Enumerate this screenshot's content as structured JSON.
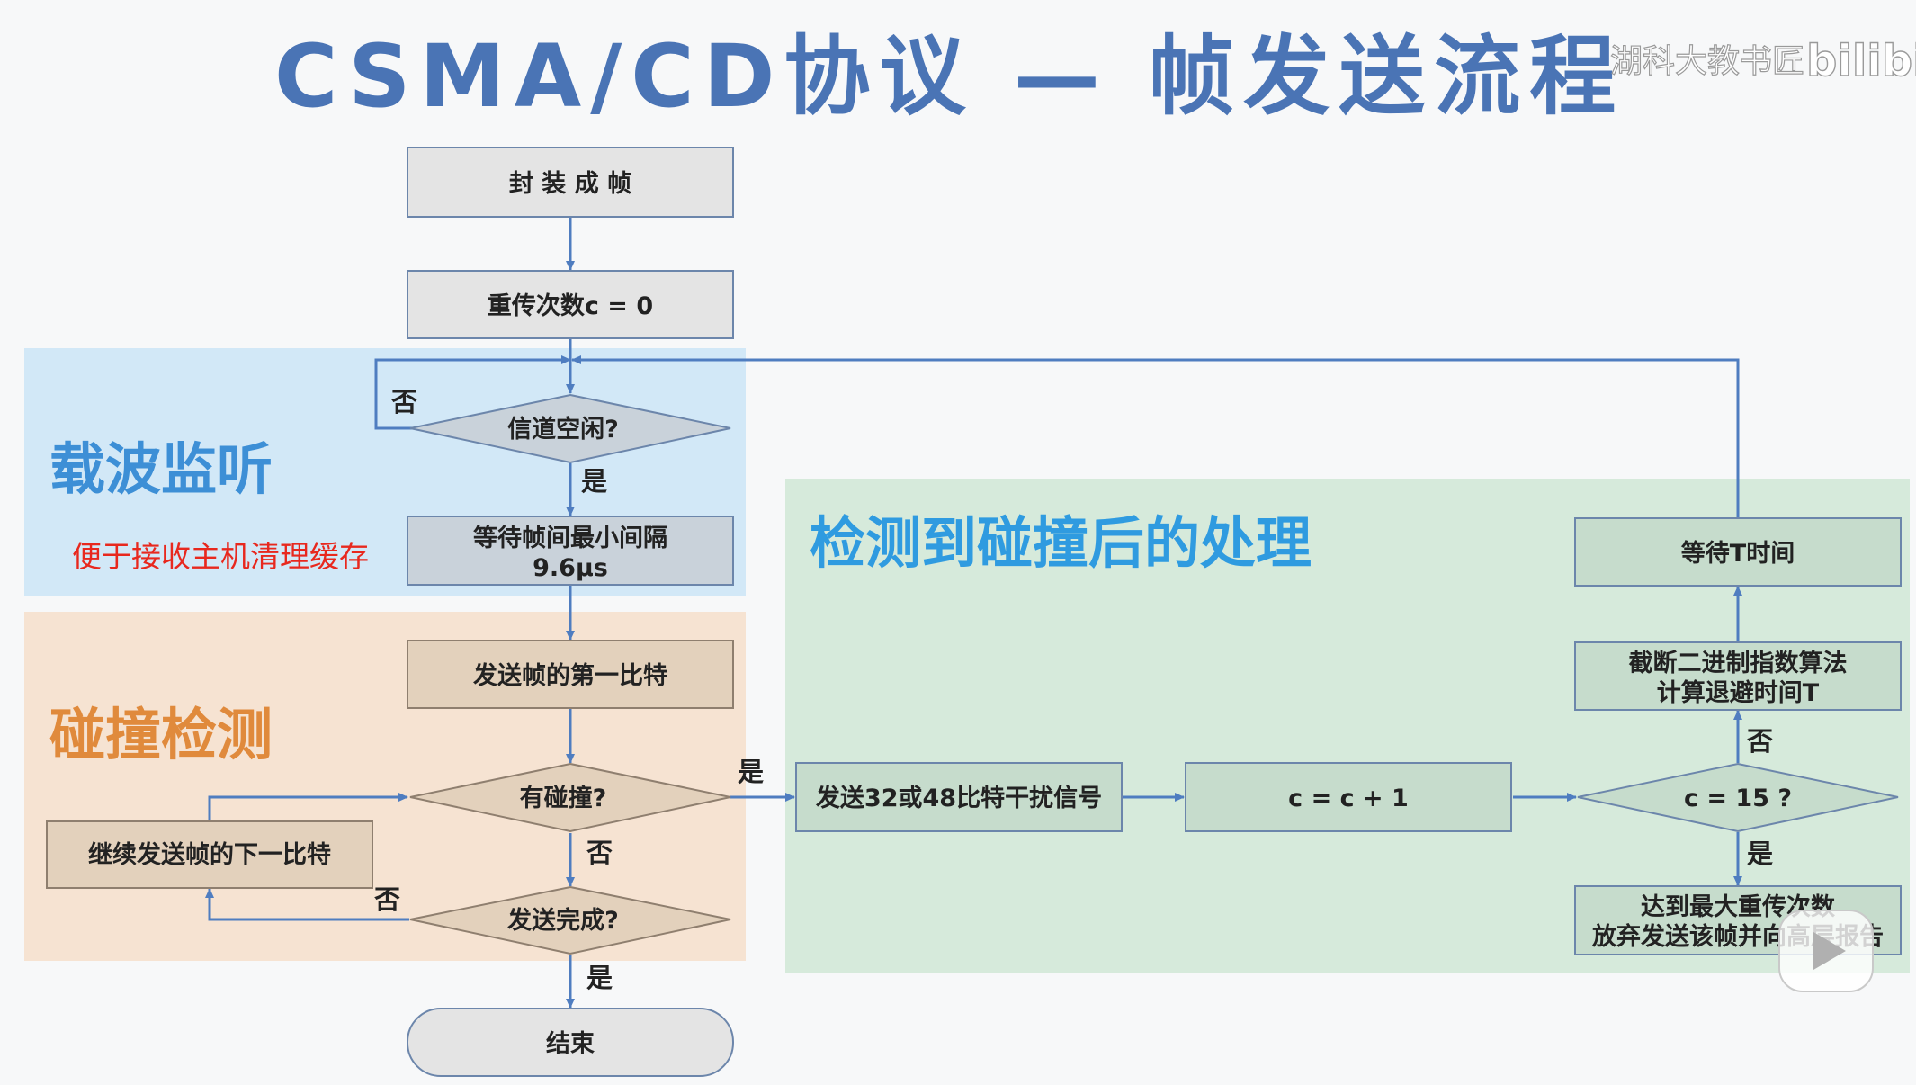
{
  "title": "CSMA/CD协议 — 帧发送流程",
  "watermark": {
    "text": "湖科大教书匠",
    "logo": "bilibili"
  },
  "regions": {
    "carrier_sense": {
      "label": "载波监听",
      "color": "#3d8fd6"
    },
    "collision_detect": {
      "label": "碰撞检测",
      "color": "#e08a3c"
    },
    "collision_handling": {
      "label": "检测到碰撞后的处理",
      "color": "#2f9be0"
    }
  },
  "nodes": {
    "encap": "封 装 成 帧",
    "retry_init": "重传次数c = 0",
    "channel_idle": "信道空闲?",
    "wait_ifg_line1": "等待帧间最小间隔",
    "wait_ifg_line2": "9.6μs",
    "send_first_bit": "发送帧的第一比特",
    "collision_q": "有碰撞?",
    "continue_send": "继续发送帧的下一比特",
    "send_done_q": "发送完成?",
    "end": "结束",
    "jam": "发送32或48比特干扰信号",
    "increment": "c = c + 1",
    "c15_q": "c = 15 ?",
    "backoff_line1": "截断二进制指数算法",
    "backoff_line2": "计算退避时间T",
    "wait_t": "等待T时间",
    "give_up_line1": "达到最大重传次数",
    "give_up_line2": "放弃发送该帧并向高层报告"
  },
  "edge_labels": {
    "idle_no": "否",
    "idle_yes": "是",
    "collision_yes": "是",
    "collision_no": "否",
    "done_no": "否",
    "done_yes": "是",
    "c15_no": "否",
    "c15_yes": "是"
  },
  "annotation": "便于接收主机清理缓存",
  "colors": {
    "title": "#4a74b5",
    "edge": "#4f7dc0",
    "gray_node": "#e4e4e4",
    "brown_node": "#e3d1bc",
    "green_node": "#c6dccc",
    "blue_region": "#d2e8f7",
    "orange_region": "#f6e3d2",
    "green_region": "#d6eadb",
    "annotation": "#e8281e"
  },
  "icons": [
    "play-button-icon"
  ]
}
